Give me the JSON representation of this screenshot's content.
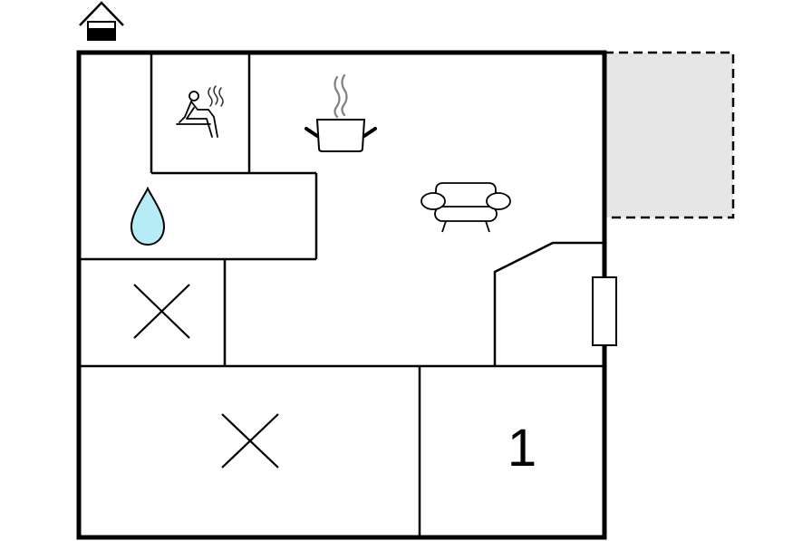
{
  "floorplan": {
    "rooms": [
      {
        "id": "sauna",
        "icon": "sauna-icon"
      },
      {
        "id": "kitchen-living",
        "icons": [
          "cooking-pot-icon",
          "sofa-icon"
        ]
      },
      {
        "id": "bathroom",
        "icon": "water-drop-icon"
      },
      {
        "id": "storage",
        "icon": "cross-icon"
      },
      {
        "id": "large-room",
        "icon": "cross-icon"
      },
      {
        "id": "bedroom",
        "label": "1"
      }
    ],
    "terrace": {
      "fill": "#e6e6e6",
      "border": "dashed"
    },
    "entrance": {
      "icon": "house-entrance-icon"
    },
    "colors": {
      "walls": "#000000",
      "water": "#b5ecf5",
      "terrace": "#e6e6e6",
      "icon_gray": "#808080"
    }
  }
}
